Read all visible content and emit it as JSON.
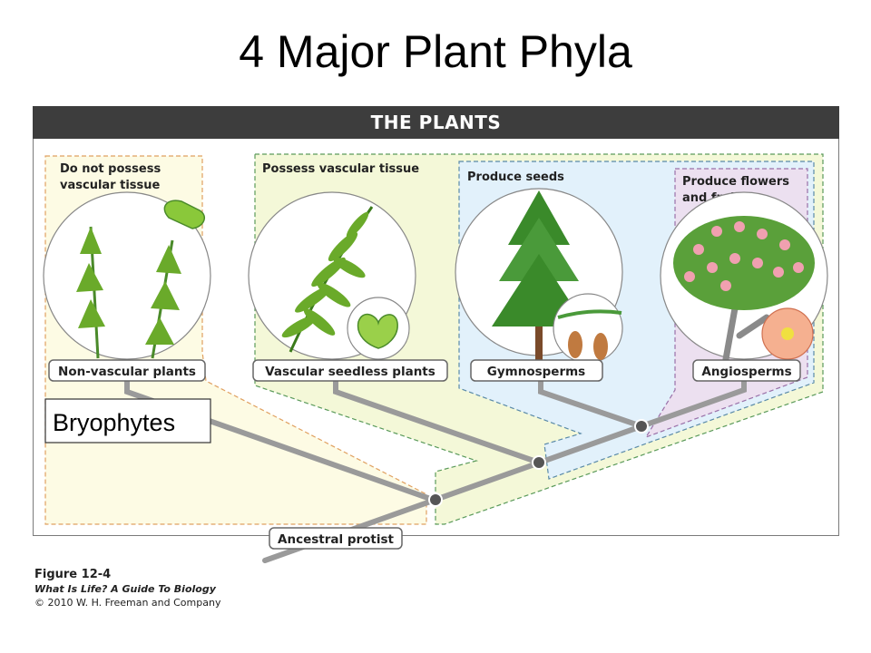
{
  "title": "4 Major Plant Phyla",
  "header": "THE PLANTS",
  "regions": {
    "nonvascular": "Do not possess\nvascular tissue",
    "vascular": "Possess vascular tissue",
    "seeds": "Produce seeds",
    "flowers": "Produce flowers\nand fruit"
  },
  "groups": [
    {
      "label": "Non-vascular plants"
    },
    {
      "label": "Vascular seedless plants"
    },
    {
      "label": "Gymnosperms"
    },
    {
      "label": "Angiosperms"
    }
  ],
  "root_label": "Ancestral protist",
  "callout": "Bryophytes",
  "caption": {
    "figure": "Figure 12-4",
    "book": "What Is Life? A Guide To Biology",
    "copyright": "© 2010 W. H. Freeman and Company"
  },
  "colors": {
    "nonvascular_fill": "#fdfbe4",
    "nonvascular_border": "#e0a060",
    "vascular_fill": "#f4f8d8",
    "vascular_border": "#5a9a5a",
    "seeds_fill": "#e2f1fb",
    "seeds_border": "#5a8aa8",
    "flowers_fill": "#ece0f0",
    "flowers_border": "#9a70a8",
    "branch": "#9a9a9a",
    "node": "#555555"
  }
}
